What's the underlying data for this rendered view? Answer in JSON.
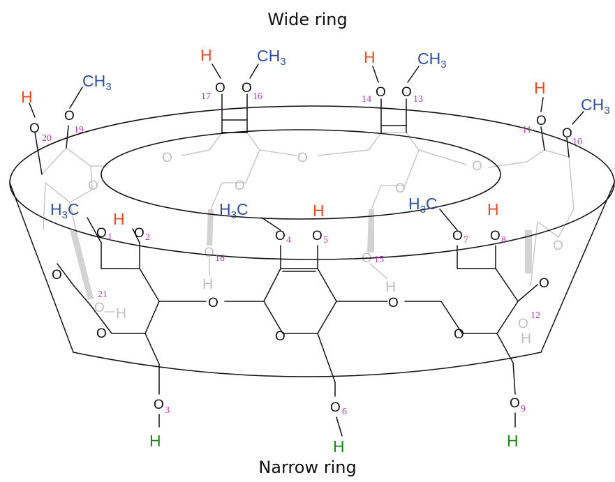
{
  "titles": {
    "top": "Wide ring",
    "bottom": "Narrow ring"
  },
  "oxygen_symbol": "O",
  "hydroxyl_h": "H",
  "methyl": {
    "c": "C",
    "h": "H",
    "three": "3"
  },
  "oxygen_numbers": [
    "1",
    "2",
    "3",
    "4",
    "5",
    "6",
    "7",
    "8",
    "9",
    "10",
    "11",
    "12",
    "13",
    "14",
    "15",
    "16",
    "17",
    "18",
    "19",
    "20",
    "21"
  ],
  "colors": {
    "oh_wide_rim": "#ee4a1e",
    "oh_narrow_rim": "#1a8a1a",
    "methyl": "#2f4fa0",
    "oxygen_number": "#b03ab8",
    "back_structure": "#c0c0c0"
  }
}
